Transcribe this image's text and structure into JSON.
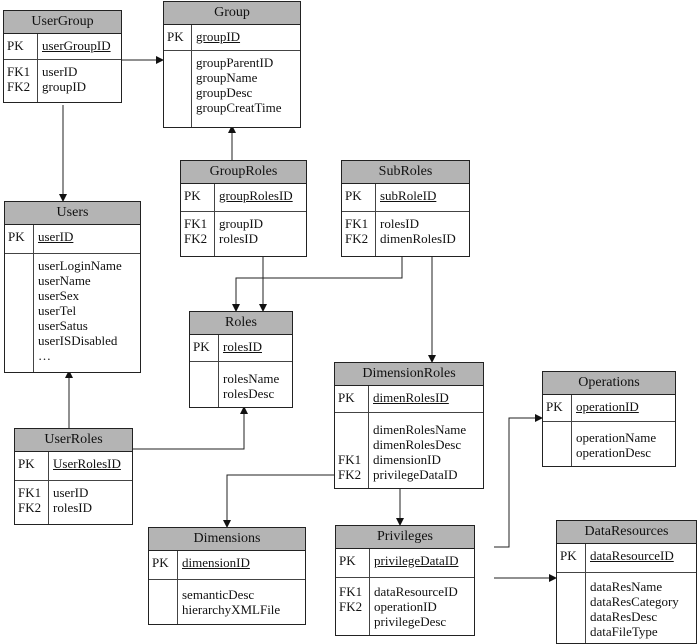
{
  "entities": {
    "usergroup": {
      "title": "UserGroup",
      "pk_key": "PK",
      "pk": "userGroupID",
      "fk_keys": [
        "FK1",
        "FK2"
      ],
      "attrs": [
        "userID",
        "groupID"
      ]
    },
    "group": {
      "title": "Group",
      "pk_key": "PK",
      "pk": "groupID",
      "attrs": [
        "groupParentID",
        "groupName",
        "groupDesc",
        "groupCreatTime"
      ]
    },
    "users": {
      "title": "Users",
      "pk_key": "PK",
      "pk": "userID",
      "attrs": [
        "userLoginName",
        "userName",
        "userSex",
        "userTel",
        "userSatus",
        "userISDisabled",
        "…"
      ]
    },
    "grouproles": {
      "title": "GroupRoles",
      "pk_key": "PK",
      "pk": "groupRolesID",
      "fk_keys": [
        "FK1",
        "FK2"
      ],
      "attrs": [
        "groupID",
        "rolesID"
      ]
    },
    "subroles": {
      "title": "SubRoles",
      "pk_key": "PK",
      "pk": "subRoleID",
      "fk_keys": [
        "FK1",
        "FK2"
      ],
      "attrs": [
        "rolesID",
        "dimenRolesID"
      ]
    },
    "roles": {
      "title": "Roles",
      "pk_key": "PK",
      "pk": "rolesID",
      "attrs": [
        "rolesName",
        "rolesDesc"
      ]
    },
    "dimensionroles": {
      "title": "DimensionRoles",
      "pk_key": "PK",
      "pk": "dimenRolesID",
      "fk_keys": [
        "",
        "",
        "FK1",
        "FK2"
      ],
      "attrs": [
        "dimenRolesName",
        "dimenRolesDesc",
        "dimensionID",
        "privilegeDataID"
      ]
    },
    "operations": {
      "title": "Operations",
      "pk_key": "PK",
      "pk": "operationID",
      "attrs": [
        "operationName",
        "operationDesc"
      ]
    },
    "userroles": {
      "title": "UserRoles",
      "pk_key": "PK",
      "pk": "UserRolesID",
      "fk_keys": [
        "FK1",
        "FK2"
      ],
      "attrs": [
        "userID",
        "rolesID"
      ]
    },
    "dimensions": {
      "title": "Dimensions",
      "pk_key": "PK",
      "pk": "dimensionID",
      "attrs": [
        "semanticDesc",
        "hierarchyXMLFile"
      ]
    },
    "privileges": {
      "title": "Privileges",
      "pk_key": "PK",
      "pk": "privilegeDataID",
      "fk_keys": [
        "FK1",
        "FK2"
      ],
      "attrs": [
        "dataResourceID",
        "operationID",
        "privilegeDesc"
      ]
    },
    "dataresources": {
      "title": "DataResources",
      "pk_key": "PK",
      "pk": "dataResourceID",
      "attrs": [
        "dataResName",
        "dataResCategory",
        "dataResDesc",
        "dataFileType"
      ]
    }
  }
}
